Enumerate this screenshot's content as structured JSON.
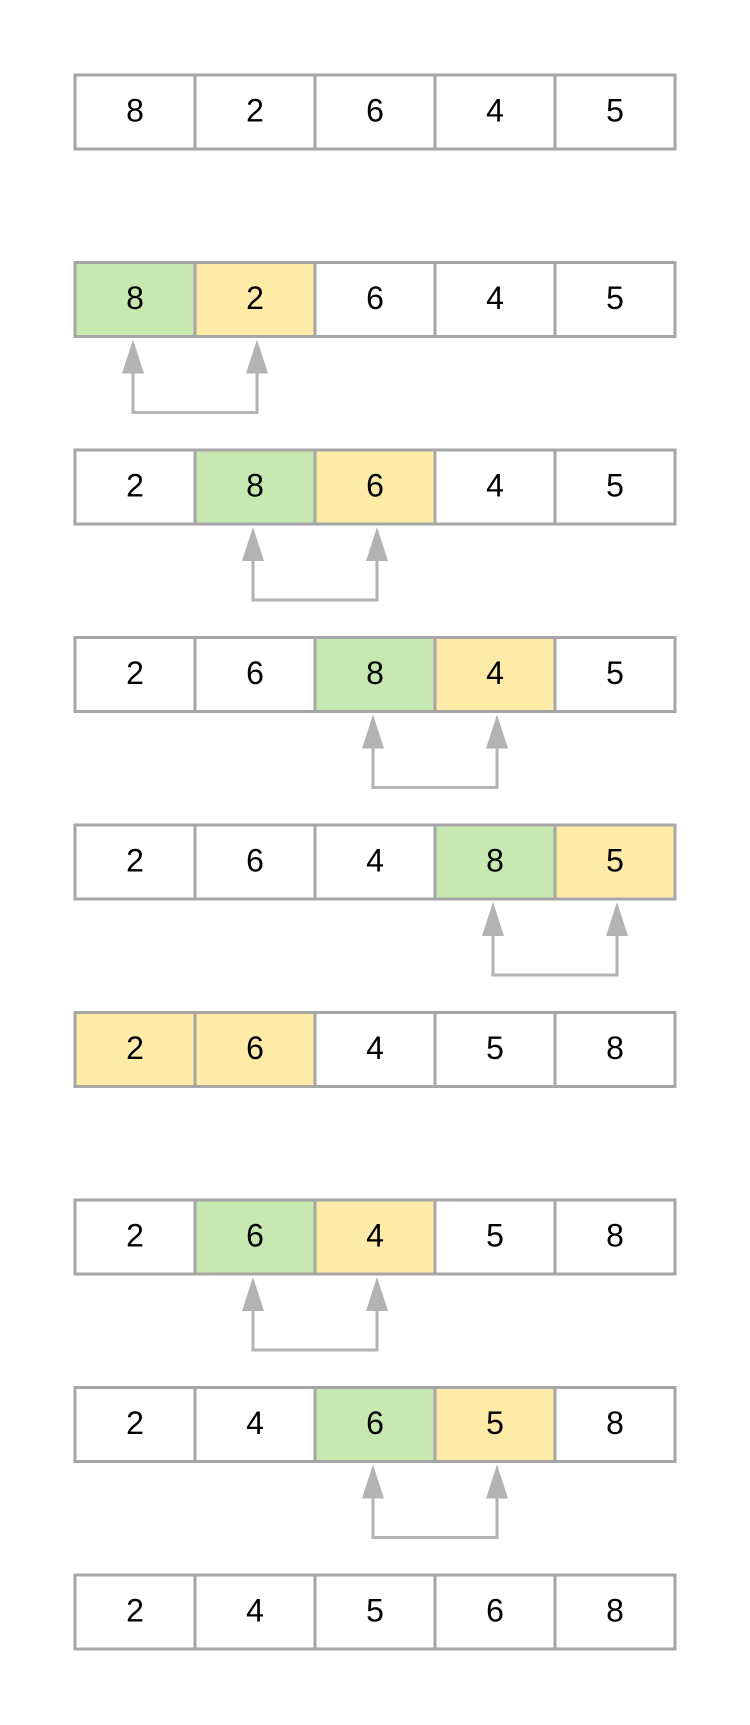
{
  "colors": {
    "background": "#ffffff",
    "border": "#a6a6a6",
    "plain": "#ffffff",
    "compare": "#c7e8b0",
    "swap": "#ffeba8",
    "arrow": "#b3b3b3"
  },
  "rows": [
    {
      "values": [
        "8",
        "2",
        "6",
        "4",
        "5"
      ],
      "highlights": [
        "plain",
        "plain",
        "plain",
        "plain",
        "plain"
      ],
      "arrow": null
    },
    {
      "values": [
        "8",
        "2",
        "6",
        "4",
        "5"
      ],
      "highlights": [
        "compare",
        "swap",
        "plain",
        "plain",
        "plain"
      ],
      "arrow": [
        0,
        1
      ]
    },
    {
      "values": [
        "2",
        "8",
        "6",
        "4",
        "5"
      ],
      "highlights": [
        "plain",
        "compare",
        "swap",
        "plain",
        "plain"
      ],
      "arrow": [
        1,
        2
      ]
    },
    {
      "values": [
        "2",
        "6",
        "8",
        "4",
        "5"
      ],
      "highlights": [
        "plain",
        "plain",
        "compare",
        "swap",
        "plain"
      ],
      "arrow": [
        2,
        3
      ]
    },
    {
      "values": [
        "2",
        "6",
        "4",
        "8",
        "5"
      ],
      "highlights": [
        "plain",
        "plain",
        "plain",
        "compare",
        "swap"
      ],
      "arrow": [
        3,
        4
      ]
    },
    {
      "values": [
        "2",
        "6",
        "4",
        "5",
        "8"
      ],
      "highlights": [
        "swap",
        "swap",
        "plain",
        "plain",
        "plain"
      ],
      "arrow": null
    },
    {
      "values": [
        "2",
        "6",
        "4",
        "5",
        "8"
      ],
      "highlights": [
        "plain",
        "compare",
        "swap",
        "plain",
        "plain"
      ],
      "arrow": [
        1,
        2
      ]
    },
    {
      "values": [
        "2",
        "4",
        "6",
        "5",
        "8"
      ],
      "highlights": [
        "plain",
        "plain",
        "compare",
        "swap",
        "plain"
      ],
      "arrow": [
        2,
        3
      ]
    },
    {
      "values": [
        "2",
        "4",
        "5",
        "6",
        "8"
      ],
      "highlights": [
        "plain",
        "plain",
        "plain",
        "plain",
        "plain"
      ],
      "arrow": null
    }
  ]
}
